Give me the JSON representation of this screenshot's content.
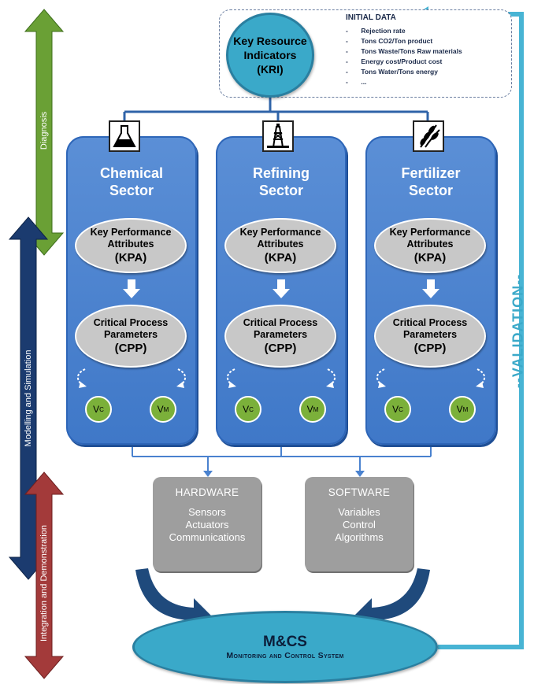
{
  "phases": {
    "diagnosis": "Diagnosis",
    "modelling": "Modelling and Simulation",
    "integration": "Integration and Demonstration"
  },
  "kri": {
    "line1": "Key Resource",
    "line2": "Indicators",
    "line3": "(KRI)"
  },
  "initial_data": {
    "title": "INITIAL DATA",
    "items": [
      "Rejection rate",
      "Tons CO2/Ton product",
      "Tons Waste/Tons Raw materials",
      "Energy cost/Product cost",
      "Tons Water/Tons energy",
      "..."
    ],
    "bullet": "-"
  },
  "sectors": [
    {
      "name1": "Chemical",
      "name2": "Sector",
      "icon": "flask-icon"
    },
    {
      "name1": "Refining",
      "name2": "Sector",
      "icon": "refinery-tower-icon"
    },
    {
      "name1": "Fertilizer",
      "name2": "Sector",
      "icon": "wheat-icon"
    }
  ],
  "kpa": {
    "l1": "Key Performance",
    "l2": "Attributes",
    "l3": "(KPA)"
  },
  "cpp": {
    "l1": "Critical Process",
    "l2": "Parameters",
    "l3": "(CPP)"
  },
  "v": {
    "c_base": "V",
    "c_sub": "C",
    "m_base": "V",
    "m_sub": "M"
  },
  "hardware": {
    "title": "HARDWARE",
    "items": [
      "Sensors",
      "Actuators",
      "Communications"
    ]
  },
  "software": {
    "title": "SOFTWARE",
    "items": [
      "Variables",
      "Control",
      "Algorithms"
    ]
  },
  "mcs": {
    "title": "M&CS",
    "subtitle": "Monitoring and Control System"
  },
  "validation": "--VALIDATION--",
  "colors": {
    "diagnosis_arrow": "#6aa035",
    "modelling_arrow": "#1b3b6f",
    "integration_arrow": "#a33a3a",
    "sector_blue": "#4a82cf",
    "teal": "#3aa9c9",
    "validation_line": "#48b4d4",
    "ellipse_grey": "#c8c8c8",
    "v_green": "#7bb03a"
  }
}
